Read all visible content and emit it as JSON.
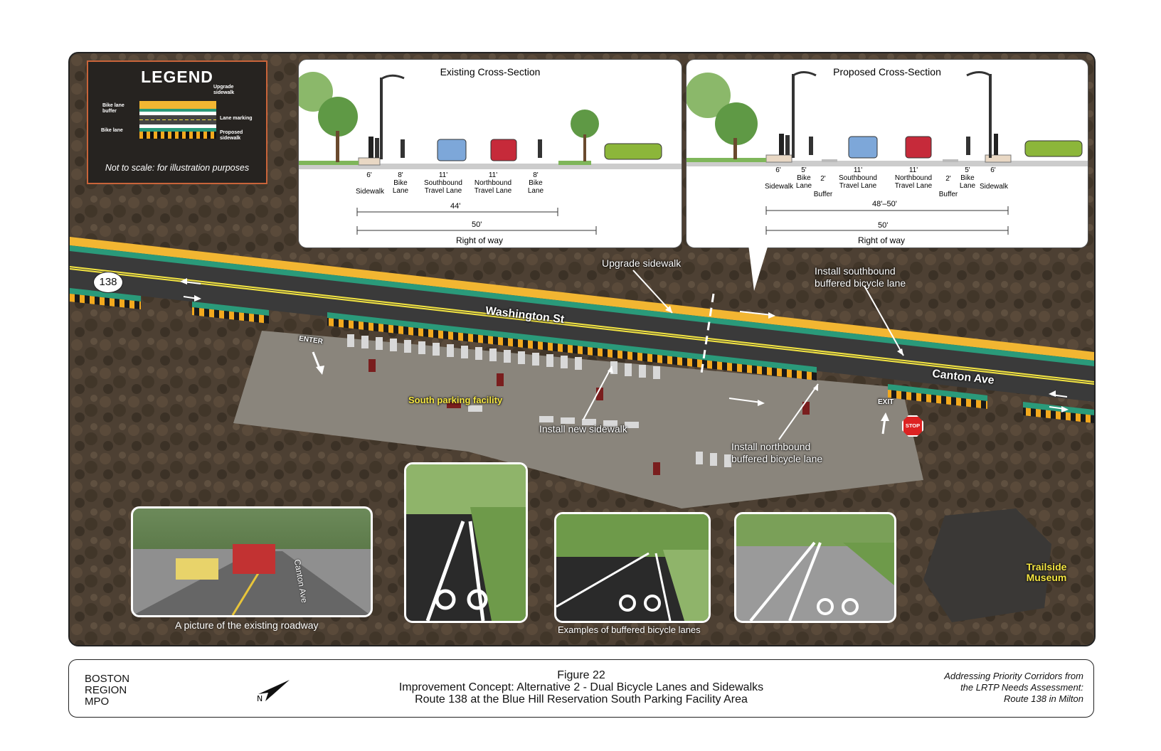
{
  "legend": {
    "title": "LEGEND",
    "items": {
      "upgrade_sidewalk": "Upgrade sidewalk",
      "bike_lane_buffer": "Bike lane buffer",
      "lane_marking": "Lane marking",
      "bike_lane": "Bike lane",
      "proposed_sidewalk": "Proposed sidewalk"
    },
    "note": "Not to scale: for illustration purposes"
  },
  "existing": {
    "title": "Existing Cross-Section",
    "segments": [
      {
        "width": "6'",
        "label1": "",
        "label2": "Sidewalk"
      },
      {
        "width": "8'",
        "label1": "Bike",
        "label2": "Lane"
      },
      {
        "width": "11'",
        "label1": "Southbound",
        "label2": "Travel Lane"
      },
      {
        "width": "11'",
        "label1": "Northbound",
        "label2": "Travel Lane"
      },
      {
        "width": "8'",
        "label1": "Bike",
        "label2": "Lane"
      }
    ],
    "total": "44'",
    "row": "50'",
    "row_label": "Right of way"
  },
  "proposed": {
    "title": "Proposed Cross-Section",
    "segments": [
      {
        "width": "6'",
        "label1": "",
        "label2": "Sidewalk"
      },
      {
        "width": "5'",
        "label1": "Bike",
        "label2": "Lane"
      },
      {
        "width": "2'",
        "label1": "",
        "label2": "Buffer"
      },
      {
        "width": "11'",
        "label1": "Southbound",
        "label2": "Travel Lane"
      },
      {
        "width": "11'",
        "label1": "Northbound",
        "label2": "Travel Lane"
      },
      {
        "width": "2'",
        "label1": "",
        "label2": "Buffer"
      },
      {
        "width": "5'",
        "label1": "Bike",
        "label2": "Lane"
      },
      {
        "width": "6'",
        "label1": "",
        "label2": "Sidewalk"
      }
    ],
    "total": "48'–50'",
    "row": "50'",
    "row_label": "Right of way"
  },
  "map": {
    "route_shield": "138",
    "street_1": "Washington St",
    "street_2": "Canton Ave",
    "enter": "ENTER",
    "exit": "EXIT",
    "stop": "STOP",
    "callouts": {
      "upgrade_sidewalk": "Upgrade sidewalk",
      "install_sb": "Install southbound buffered bicycle lane",
      "install_new_sidewalk": "Install new sidewalk",
      "install_nb": "Install northbound buffered bicycle lane"
    },
    "south_parking": "South parking facility",
    "trailside": "Trailside Museum",
    "colors": {
      "sidewalk": "#f2b632",
      "bike_lane": "#2a9a7a",
      "hatch_a": "#f2a91e",
      "hatch_b": "#1a1a1a",
      "road": "#3a3a3a",
      "marking": "#f5e642"
    }
  },
  "photos": {
    "roadway_caption": "A picture of the existing roadway",
    "roadway_sign": "Canton Ave",
    "bike_lane_caption": "Examples of buffered bicycle lanes"
  },
  "footer": {
    "org": [
      "BOSTON",
      "REGION",
      "MPO"
    ],
    "figure": "Figure 22",
    "title": "Improvement Concept: Alternative 2 - Dual Bicycle Lanes and Sidewalks",
    "subtitle": "Route 138 at the Blue Hill Reservation South Parking Facility Area",
    "right": [
      "Addressing Priority Corridors from",
      "the LRTP Needs Assessment:",
      "Route 138 in Milton"
    ]
  }
}
